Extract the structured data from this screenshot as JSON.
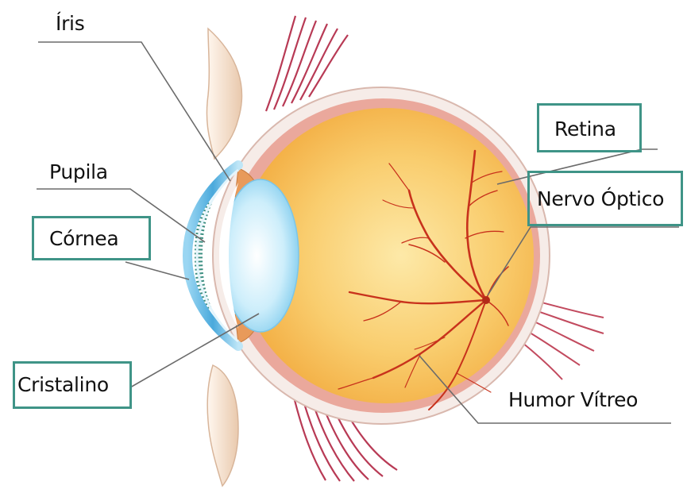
{
  "labels": {
    "iris": "Íris",
    "pupila": "Pupila",
    "cornea": "Córnea",
    "cristalino": "Cristalino",
    "retina": "Retina",
    "nervo_optico": "Nervo Óptico",
    "humor_vitreo": "Humor Vítreo"
  },
  "colors": {
    "box_border": "#3f9487",
    "leader_line": "#6b6b6b",
    "sclera": "#f4e8e4",
    "choroid": "#e9a9a0",
    "vitreous": "#f7c25a",
    "cornea": "#5bb7e3",
    "lens": "#bfe6f7",
    "iris": "#e89a5a",
    "vessels": "#c8321c",
    "muscle": "#c9536b",
    "lid": "#f2dcc8"
  },
  "icons": {
    "main": "eye-anatomy-illustration"
  }
}
